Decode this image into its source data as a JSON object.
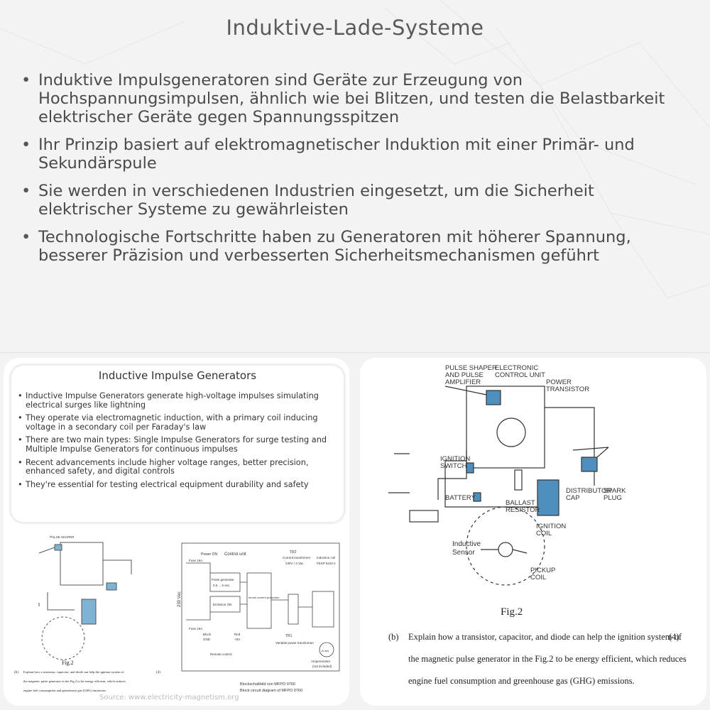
{
  "page": {
    "title": "Induktive-Lade-Systeme",
    "bullets": [
      "Induktive Impulsgeneratoren sind Geräte zur Erzeugung von Hochspannungsimpulsen, ähnlich wie bei Blitzen, und testen die Belastbarkeit elektrischer Geräte gegen Spannungsspitzen",
      "Ihr Prinzip basiert auf elektromagnetischer Induktion mit einer Primär- und Sekundärspule",
      "Sie werden in verschiedenen Industrien eingesetzt, um die Sicherheit elektrischer Systeme zu gewährleisten",
      "Technologische Fortschritte haben zu Generatoren mit höherer Spannung, besserer Präzision und verbesserten Sicherheitsmechanismen geführt"
    ]
  },
  "left_card": {
    "title": "Inductive Impulse Generators",
    "bullets": [
      "Inductive Impulse Generators generate high-voltage impulses simulating electrical surges like lightning",
      "They operate via electromagnetic induction, with a primary coil inducing voltage in a secondary coil per Faraday's law",
      "There are two main types: Single Impulse Generators for surge testing and Multiple Impulse Generators for continuous impulses",
      "Recent advancements include higher voltage ranges, better precision, enhanced safety, and digital controls",
      "They're essential for testing electrical equipment durability and safety"
    ],
    "small_ignition_fig": "Fig.2",
    "small_question": [
      "(b)",
      "Explain how a transistor, capacitor, and diode can help the ignition system of",
      "(4)",
      "the magnetic pulse generator in the Fig.2 to be energy efficient, which reduces",
      "engine fuel consumption and greenhouse gas (GHG) emissions."
    ],
    "block": {
      "power_on": "Power ON",
      "control_unit": "Control unit",
      "fuse1": "Fuse 16A",
      "fuse2": "Fuse 16A",
      "vac": "230 Vac",
      "pulse_gen": "Pulse generator",
      "pulse_gen_sec": "0,5 ... 5 sec.",
      "emission_on": "Emission ON",
      "inrush": "Inrush current protection",
      "tr2": "TR2",
      "current_transformer": "Current transformer",
      "ct_rating": "230V / 3 Vac",
      "induction_coil": "Induction coil",
      "coil_model": "FESP 5410-1",
      "tr1": "TR1",
      "var_transformer": "Variable power transformer",
      "block_label": "Block",
      "gnd": "GND",
      "red": "Red",
      "plus5v": "+5V",
      "remote": "Remote control",
      "amperemeter": "Amperemeter",
      "not_included": "(not included)",
      "meter": "A rms",
      "caption_de": "Blockschaltbild von MFPO 9760",
      "caption_en": "Block circuit diagram of MFPO 9760"
    },
    "source": "Source: www.electricity-magnetism.org"
  },
  "right_card": {
    "labels": {
      "pulse_shaper": [
        "PULSE SHAPER",
        "AND PULSE",
        "AMPLIFIER"
      ],
      "ecu": [
        "ELECTRONIC",
        "CONTROL UNIT"
      ],
      "power_transistor": [
        "POWER",
        "TRANSISTOR"
      ],
      "ignition_switch": [
        "IGNITION",
        "SWITCH"
      ],
      "battery": "BATTERY",
      "ballast": [
        "BALLAST",
        "RESISTOR"
      ],
      "ignition_coil": [
        "IGNITION",
        "COIL"
      ],
      "distributor": [
        "DISTRIBUTOR",
        "CAP"
      ],
      "spark_plug": [
        "SPARK",
        "PLUG"
      ],
      "inductive_sensor": [
        "Inductive",
        "Sensor"
      ],
      "pickup_coil": [
        "PICKUP",
        "COIL"
      ]
    },
    "fig": "Fig.2",
    "question": {
      "letter": "(b)",
      "marks": "(4)",
      "lines": [
        "Explain how a transistor, capacitor, and diode can help the ignition system of",
        "the magnetic pulse generator in the Fig.2 to be energy efficient, which reduces",
        "engine fuel consumption and greenhouse gas (GHG) emissions."
      ]
    }
  }
}
